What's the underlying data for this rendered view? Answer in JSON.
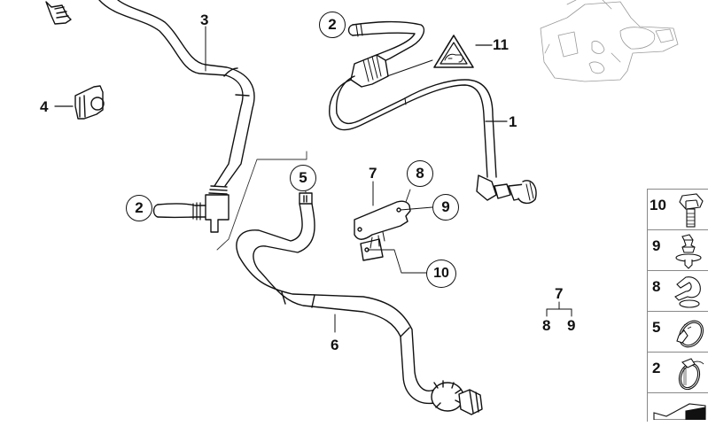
{
  "diagram": {
    "type": "exploded parts diagram - fuel feed lines",
    "callouts": [
      {
        "id": "3",
        "style": "plain",
        "part": "fuel hose (upper left)"
      },
      {
        "id": "4",
        "style": "plain",
        "part": "hose holder clip"
      },
      {
        "id": "2a",
        "label": "2",
        "style": "circled",
        "part": "hose clamp (top)"
      },
      {
        "id": "11",
        "style": "plain",
        "part": "warning label (triangle)"
      },
      {
        "id": "1",
        "style": "plain",
        "part": "fuel feed line to pump"
      },
      {
        "id": "2b",
        "label": "2",
        "style": "circled",
        "part": "hose clamp (left)"
      },
      {
        "id": "5",
        "style": "circled",
        "part": "hose clamp"
      },
      {
        "id": "7",
        "style": "plain",
        "part": "bracket"
      },
      {
        "id": "8",
        "style": "circled",
        "part": "clip"
      },
      {
        "id": "9",
        "style": "circled",
        "part": "expanding rivet / holder"
      },
      {
        "id": "10",
        "style": "circled",
        "part": "hex bolt"
      },
      {
        "id": "6",
        "style": "plain",
        "part": "fuel hose (lower)"
      }
    ],
    "assembly_tree": {
      "parent": "7",
      "children": [
        "8",
        "9"
      ]
    }
  },
  "labels": {
    "l3": "3",
    "l4": "4",
    "l2a": "2",
    "l11": "11",
    "l1": "1",
    "l2b": "2",
    "l5": "5",
    "l7": "7",
    "l8": "8",
    "l9": "9",
    "l10": "10",
    "l6": "6",
    "tree_parent": "7",
    "tree_child_left": "8",
    "tree_child_right": "9"
  },
  "sidebar": {
    "items": [
      {
        "num": "10",
        "icon": "hex-bolt-icon"
      },
      {
        "num": "9",
        "icon": "clip-rivet-icon"
      },
      {
        "num": "8",
        "icon": "hose-clip-icon"
      },
      {
        "num": "5",
        "icon": "band-clamp-icon"
      },
      {
        "num": "2",
        "icon": "worm-clamp-icon"
      },
      {
        "num": "",
        "icon": "seal-strip-icon"
      }
    ]
  },
  "colors": {
    "line": "#111111",
    "thin_line": "#555555",
    "background": "#ffffff",
    "pump_sketch": "#9a9a9a"
  }
}
